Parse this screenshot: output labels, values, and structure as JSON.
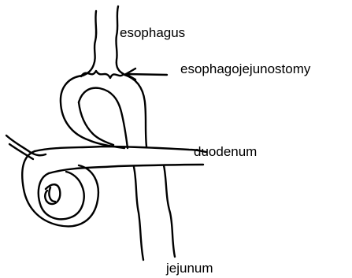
{
  "labels": {
    "esophagus": "esophagus",
    "esophagojejunostomy": "esophagojejunostomy",
    "duodenum": "duodenum",
    "jejunum": "jejunum"
  },
  "colors": {
    "line": "#000000",
    "background": "#ffffff"
  }
}
